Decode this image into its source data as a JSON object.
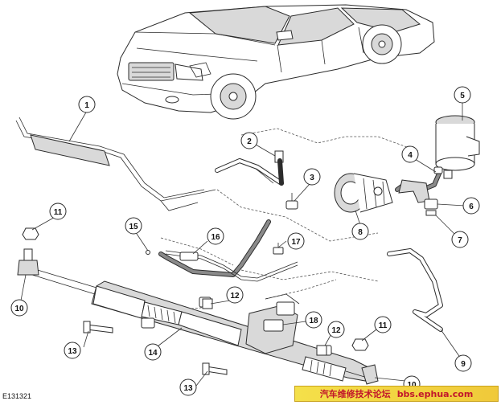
{
  "figure_id": "E131321",
  "watermark": {
    "cn": "汽车维修技术论坛",
    "url": "bbs.ephua.com"
  },
  "callouts": [
    {
      "id": "c1",
      "label": "1"
    },
    {
      "id": "c2",
      "label": "2"
    },
    {
      "id": "c3",
      "label": "3"
    },
    {
      "id": "c4",
      "label": "4"
    },
    {
      "id": "c5",
      "label": "5"
    },
    {
      "id": "c6",
      "label": "6"
    },
    {
      "id": "c7",
      "label": "7"
    },
    {
      "id": "c8",
      "label": "8"
    },
    {
      "id": "c9",
      "label": "9"
    },
    {
      "id": "c10a",
      "label": "10"
    },
    {
      "id": "c10b",
      "label": "10"
    },
    {
      "id": "c11a",
      "label": "11"
    },
    {
      "id": "c11b",
      "label": "11"
    },
    {
      "id": "c12a",
      "label": "12"
    },
    {
      "id": "c12b",
      "label": "12"
    },
    {
      "id": "c13a",
      "label": "13"
    },
    {
      "id": "c13b",
      "label": "13"
    },
    {
      "id": "c14",
      "label": "14"
    },
    {
      "id": "c15",
      "label": "15"
    },
    {
      "id": "c16",
      "label": "16"
    },
    {
      "id": "c17",
      "label": "17"
    },
    {
      "id": "c18",
      "label": "18"
    }
  ]
}
